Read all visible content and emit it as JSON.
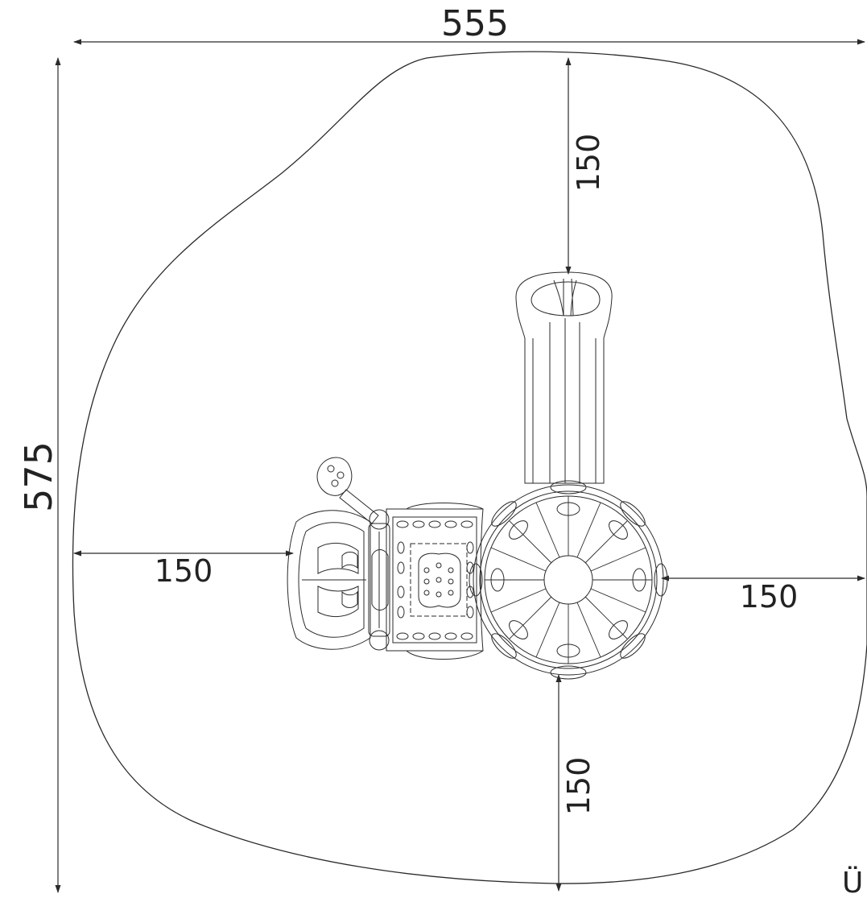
{
  "dimensions": {
    "total_width": "555",
    "total_depth": "575",
    "clearance_top": "150",
    "clearance_left": "150",
    "clearance_right": "150",
    "clearance_bottom": "150"
  },
  "corner_mark": "Ü",
  "colors": {
    "line": "#2a2a2a",
    "background": "#ffffff"
  }
}
